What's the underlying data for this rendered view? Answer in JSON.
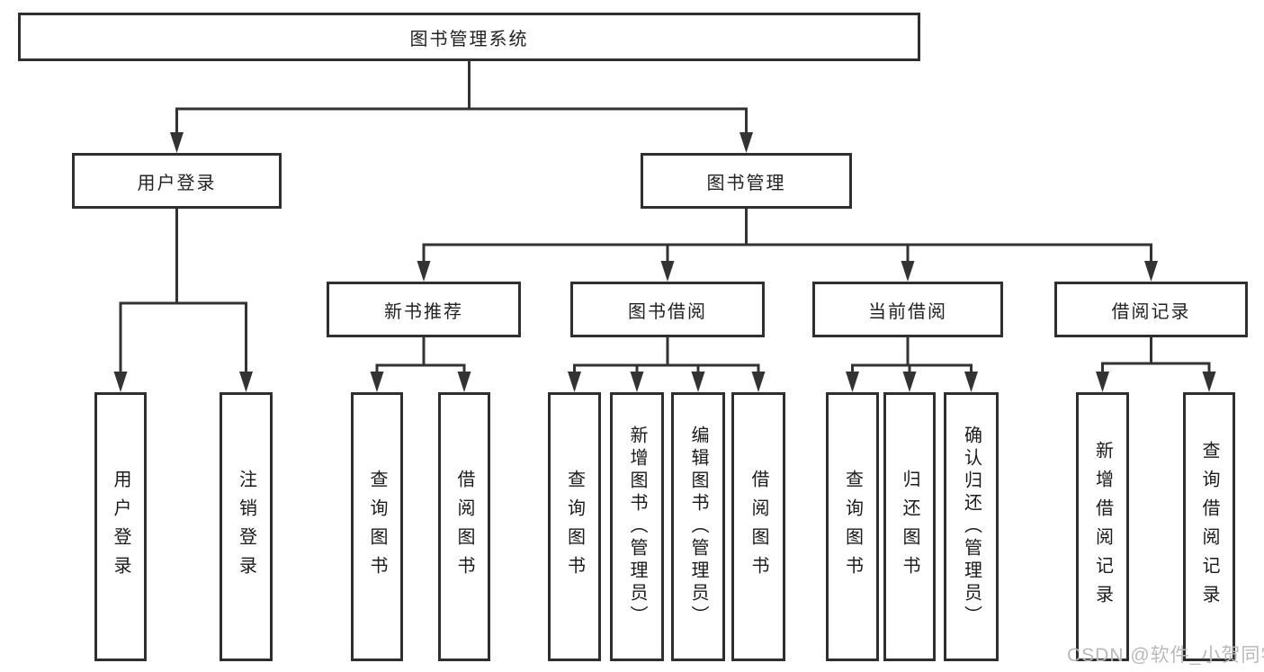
{
  "diagram": {
    "root": "图书管理系统",
    "level2": [
      "用户登录",
      "图书管理"
    ],
    "level3": [
      "新书推荐",
      "图书借阅",
      "当前借阅",
      "借阅记录"
    ],
    "leaves": [
      "用户登录",
      "注销登录",
      "查询图书",
      "借阅图书",
      "查询图书",
      "新增图书（管理员）",
      "编辑图书（管理员）",
      "借阅图书",
      "查询图书",
      "归还图书",
      "确认归还（管理员）",
      "新增借阅记录",
      "查询借阅记录"
    ],
    "watermark": "CSDN @软件_小贺同学",
    "colors": {
      "line": "#333333",
      "box_border": "#2f2f2f",
      "text": "#1a1a1a",
      "watermark": "#b9b9b9",
      "background": "#ffffff"
    }
  }
}
